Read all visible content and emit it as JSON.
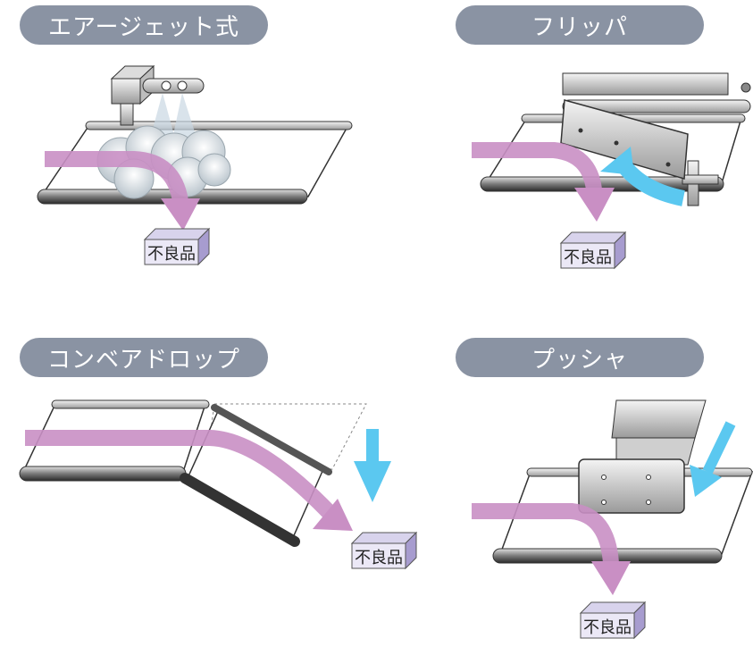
{
  "panels": [
    {
      "title": "エアージェット式",
      "reject_label": "不良品"
    },
    {
      "title": "フリッパ",
      "reject_label": "不良品"
    },
    {
      "title": "コンベアドロップ",
      "reject_label": "不良品"
    },
    {
      "title": "プッシャ",
      "reject_label": "不良品"
    }
  ],
  "colors": {
    "pill_bg": "#8a93a3",
    "flow_arrow": "#c98fc4",
    "motion_arrow": "#5bc8f0",
    "box_top": "#d8d3ec",
    "box_side": "#a79ccf"
  }
}
